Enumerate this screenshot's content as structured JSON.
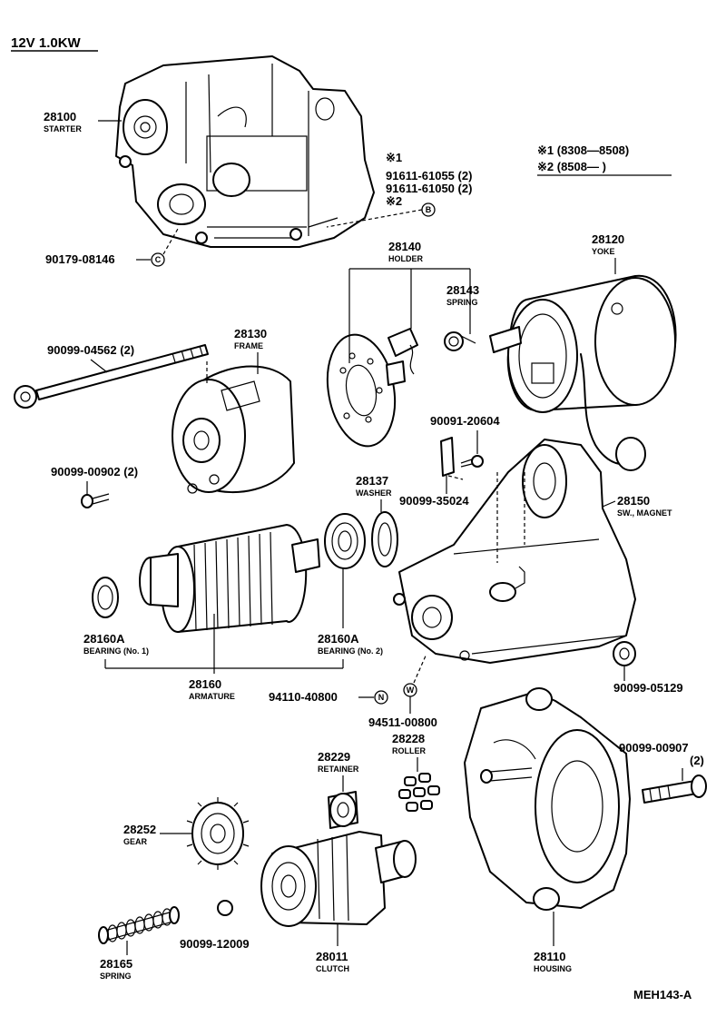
{
  "title": "12V 1.0KW",
  "footer_code": "MEH143-A",
  "legend": {
    "line1": "※1 (8308—8508)",
    "line2": "※2 (8508—      )"
  },
  "notes": {
    "mark1": "※1",
    "mark2": "※2",
    "bolt_a": "91611-61055 (2)",
    "bolt_b": "91611-61050 (2)"
  },
  "symbols": {
    "b": "B",
    "c": "C",
    "n": "N",
    "w": "W"
  },
  "parts": {
    "starter": {
      "number": "28100",
      "name": "STARTER"
    },
    "yoke": {
      "number": "28120",
      "name": "YOKE"
    },
    "holder": {
      "number": "28140",
      "name": "HOLDER"
    },
    "spring_brush": {
      "number": "28143",
      "name": "SPRING"
    },
    "frame": {
      "number": "28130",
      "name": "FRAME"
    },
    "washer": {
      "number": "28137",
      "name": "WASHER"
    },
    "magnet_sw": {
      "number": "28150",
      "name": "SW., MAGNET"
    },
    "bearing1": {
      "number": "28160A",
      "name": "BEARING (No. 1)"
    },
    "bearing2": {
      "number": "28160A",
      "name": "BEARING (No. 2)"
    },
    "armature": {
      "number": "28160",
      "name": "ARMATURE"
    },
    "roller": {
      "number": "28228",
      "name": "ROLLER"
    },
    "retainer": {
      "number": "28229",
      "name": "RETAINER"
    },
    "gear": {
      "number": "28252",
      "name": "GEAR"
    },
    "spring_clutch": {
      "number": "28165",
      "name": "SPRING"
    },
    "clutch": {
      "number": "28011",
      "name": "CLUTCH"
    },
    "housing": {
      "number": "28110",
      "name": "HOUSING"
    }
  },
  "hardware": {
    "nut_c": "90179-08146",
    "through_bolt": "90099-04562 (2)",
    "screw_frame": "90099-00902 (2)",
    "screw_top": "90091-20604",
    "screw_clip": "90099-35024",
    "nut_terminal": "90099-05129",
    "nut_n": "94110-40800",
    "washer_w": "94511-00800",
    "housing_bolt": "90099-00907",
    "housing_bolt_qty": "(2)",
    "ball": "90099-12009"
  }
}
